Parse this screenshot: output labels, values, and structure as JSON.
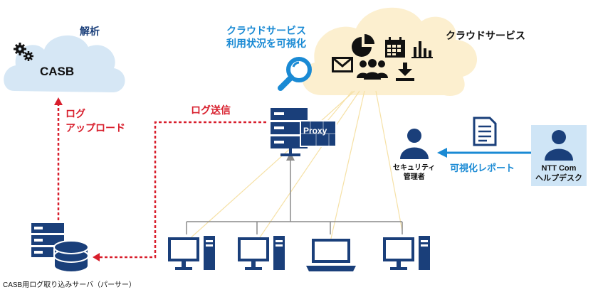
{
  "cloud_left": {
    "title": "CASB",
    "label": "解析"
  },
  "cloud_right": {
    "label": "クラウドサービス"
  },
  "visibility": {
    "line1": "クラウドサービス",
    "line2": "利用状況を可視化"
  },
  "upload": {
    "line1": "ログ",
    "line2": "アップロード"
  },
  "log_send": {
    "label": "ログ送信"
  },
  "proxy": {
    "label": "Proxy"
  },
  "security_admin": {
    "line1": "セキュリティ",
    "line2": "管理者"
  },
  "report": {
    "label": "可視化レポート"
  },
  "helpdesk": {
    "line1": "NTT Com",
    "line2": "ヘルプデスク"
  },
  "server": {
    "caption": "CASB用ログ取り込みサーバ（パーサー）"
  },
  "colors": {
    "navy": "#1a3f7a",
    "red": "#d81e2c",
    "blue": "#1a8ad4",
    "cloud_left": "#d6e7f5",
    "cloud_right": "#fcefcf",
    "helpdesk_bg": "#cfe5f6"
  }
}
